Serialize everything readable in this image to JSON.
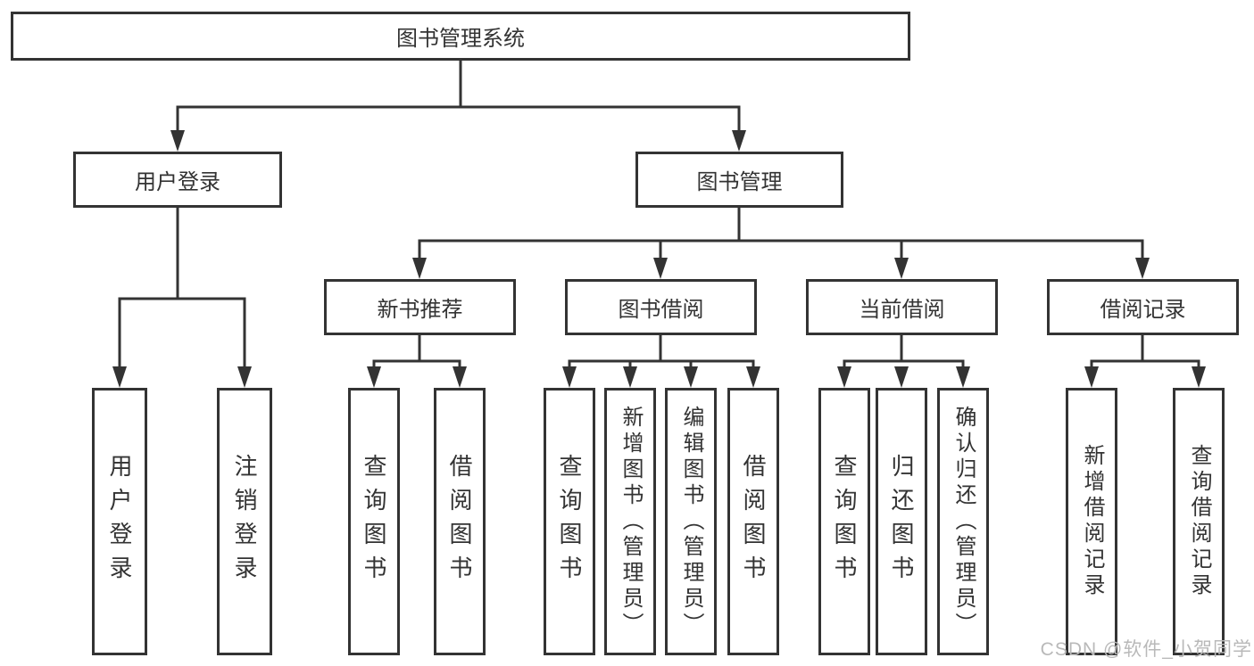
{
  "diagram": {
    "root": {
      "label": "图书管理系统"
    },
    "branches": [
      {
        "label": "用户登录",
        "children": [
          {
            "label": "用户登录"
          },
          {
            "label": "注销登录"
          }
        ]
      },
      {
        "label": "图书管理",
        "groups": [
          {
            "label": "新书推荐",
            "children": [
              {
                "label": "查询图书"
              },
              {
                "label": "借阅图书"
              }
            ]
          },
          {
            "label": "图书借阅",
            "children": [
              {
                "label": "查询图书"
              },
              {
                "label": "新增图书（管理员）"
              },
              {
                "label": "编辑图书（管理员）"
              },
              {
                "label": "借阅图书"
              }
            ]
          },
          {
            "label": "当前借阅",
            "children": [
              {
                "label": "查询图书"
              },
              {
                "label": "归还图书"
              },
              {
                "label": "确认归还（管理员）"
              }
            ]
          },
          {
            "label": "借阅记录",
            "children": [
              {
                "label": "新增借阅记录"
              },
              {
                "label": "查询借阅记录"
              }
            ]
          }
        ]
      }
    ]
  },
  "watermark": {
    "text": "CSDN @软件_小贺同学"
  },
  "colors": {
    "line": "#333333",
    "text": "#333333",
    "box_background": "#ffffff",
    "page_background": "#ffffff",
    "watermark": "#b9b9b9"
  }
}
